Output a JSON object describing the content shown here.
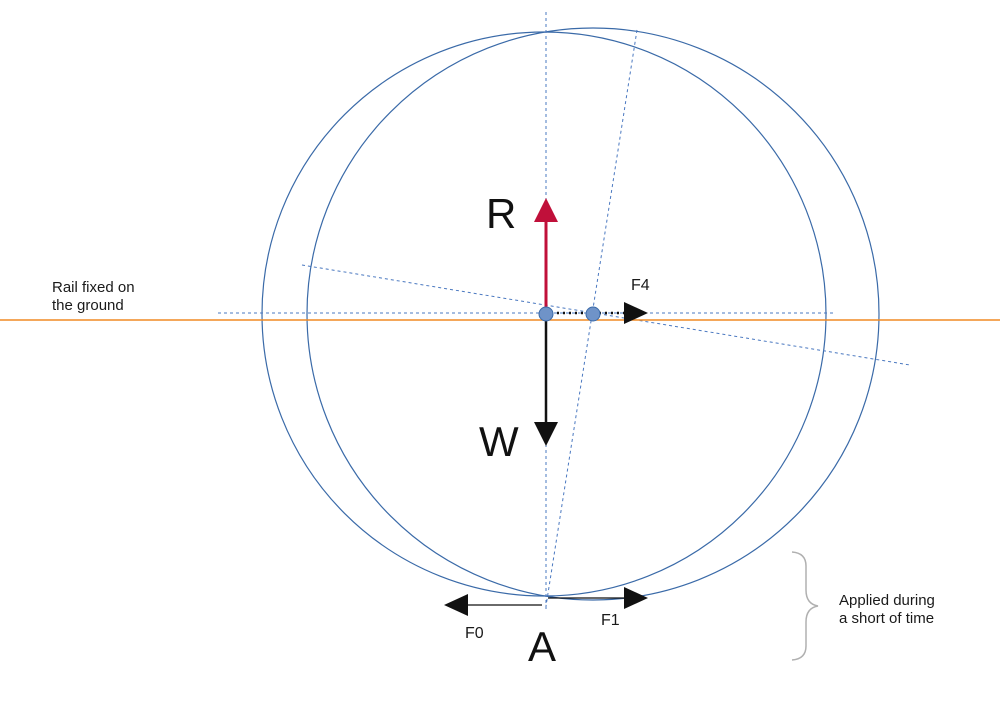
{
  "labels": {
    "rail_line1": "Rail fixed on",
    "rail_line2": "the ground",
    "R": "R",
    "W": "W",
    "A": "A",
    "F0": "F0",
    "F1": "F1",
    "F4": "F4",
    "applied_line1": "Applied during",
    "applied_line2": "a short of time"
  },
  "colors": {
    "circle": "#3a6aa8",
    "dashed": "#4a78c0",
    "rail": "#f08a24",
    "force_R": "#c0103a",
    "force_black": "#111111",
    "dot_fill": "#6f93c8",
    "dot_stroke": "#3a6aa8",
    "brace": "#b0b0b0"
  }
}
